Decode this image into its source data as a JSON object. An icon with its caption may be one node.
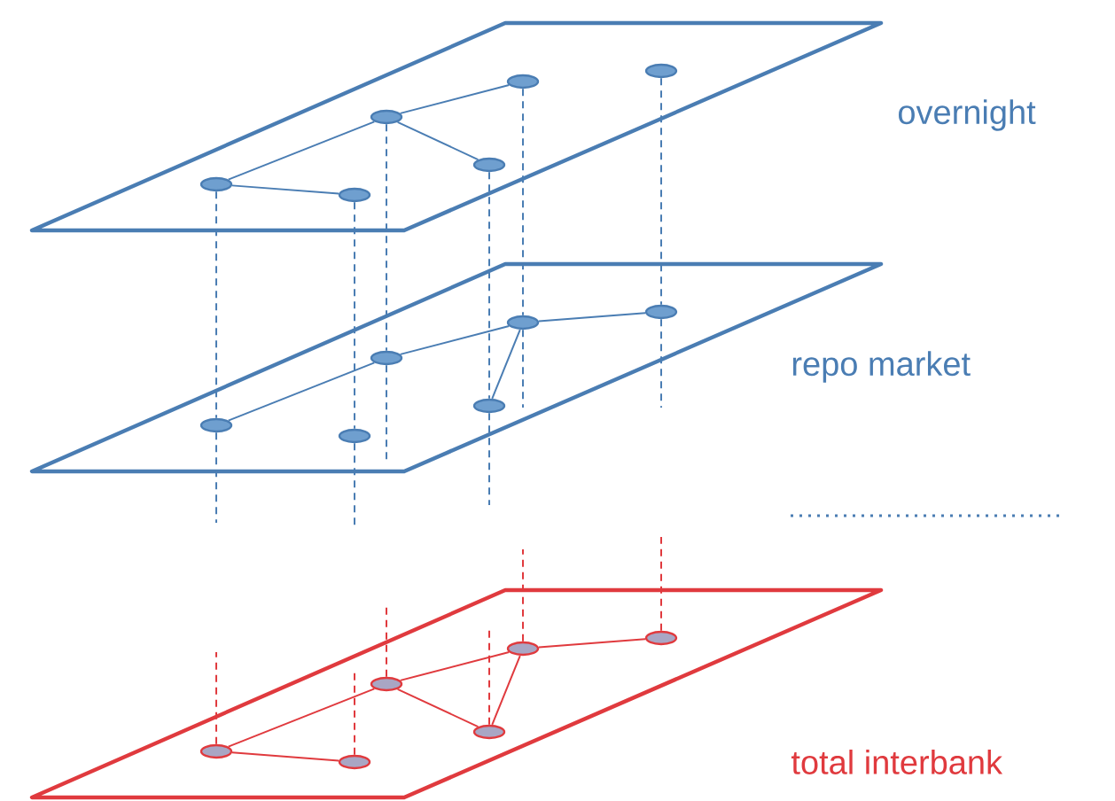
{
  "diagram": {
    "nodes": [
      {
        "text": [
          "overnight"
        ]
      },
      {
        "text": [],
        "shape": "ellipse",
        "in": 0
      },
      {
        "text": [],
        "shape": "ellipse",
        "in": 0
      },
      {
        "text": [],
        "shape": "ellipse",
        "in": 0
      },
      {
        "text": [],
        "shape": "ellipse",
        "in": 0
      },
      {
        "text": [],
        "shape": "ellipse",
        "in": 0
      },
      {
        "text": [],
        "shape": "ellipse",
        "in": 0
      },
      {
        "text": [
          "repo market"
        ]
      },
      {
        "text": [],
        "shape": "ellipse",
        "in": 7
      },
      {
        "text": [],
        "shape": "ellipse",
        "in": 7
      },
      {
        "text": [],
        "shape": "ellipse",
        "in": 7
      },
      {
        "text": [],
        "shape": "ellipse",
        "in": 7
      },
      {
        "text": [],
        "shape": "ellipse",
        "in": 7
      },
      {
        "text": [],
        "shape": "ellipse",
        "in": 7
      },
      {
        "text": [
          "total interbank"
        ]
      },
      {
        "text": [],
        "shape": "ellipse",
        "in": 14
      },
      {
        "text": [],
        "shape": "ellipse",
        "in": 14
      },
      {
        "text": [],
        "shape": "ellipse",
        "in": 14
      },
      {
        "text": [],
        "shape": "ellipse",
        "in": 14
      },
      {
        "text": [],
        "shape": "ellipse",
        "in": 14
      },
      {
        "text": [],
        "shape": "ellipse",
        "in": 14
      }
    ],
    "edges": [
      {
        "from": 1,
        "to": 3,
        "arrow": "none"
      },
      {
        "from": 1,
        "to": 2,
        "arrow": "none"
      },
      {
        "from": 3,
        "to": 4,
        "arrow": "none"
      },
      {
        "from": 3,
        "to": 5,
        "arrow": "none"
      },
      {
        "from": 8,
        "to": 10,
        "arrow": "none"
      },
      {
        "from": 10,
        "to": 11,
        "arrow": "none"
      },
      {
        "from": 11,
        "to": 13,
        "arrow": "none"
      },
      {
        "from": 11,
        "to": 12,
        "arrow": "none"
      },
      {
        "from": 15,
        "to": 17,
        "arrow": "none",
        "color": "#e03a3e"
      },
      {
        "from": 15,
        "to": 16,
        "arrow": "none",
        "color": "#e03a3e"
      },
      {
        "from": 17,
        "to": 18,
        "arrow": "none",
        "color": "#e03a3e"
      },
      {
        "from": 17,
        "to": 19,
        "arrow": "none",
        "color": "#e03a3e"
      },
      {
        "from": 18,
        "to": 20,
        "arrow": "none",
        "color": "#e03a3e"
      },
      {
        "from": 18,
        "to": 19,
        "arrow": "none",
        "color": "#e03a3e"
      },
      {
        "from": 1,
        "to": 8,
        "arrow": "none",
        "style": "dashed"
      },
      {
        "from": 2,
        "to": 9,
        "arrow": "none",
        "style": "dashed"
      },
      {
        "from": 3,
        "to": 10,
        "arrow": "none",
        "style": "dashed"
      },
      {
        "from": 4,
        "to": 11,
        "arrow": "none",
        "style": "dashed"
      },
      {
        "from": 5,
        "to": 12,
        "arrow": "none",
        "style": "dashed"
      },
      {
        "from": 6,
        "to": 13,
        "arrow": "none",
        "style": "dashed"
      },
      {
        "from": 8,
        "to": null,
        "arrow": "none",
        "style": "dashed"
      },
      {
        "from": 9,
        "to": null,
        "arrow": "none",
        "style": "dashed"
      },
      {
        "from": 10,
        "to": null,
        "arrow": "none",
        "style": "dashed"
      },
      {
        "from": 12,
        "to": null,
        "arrow": "none",
        "style": "dashed"
      },
      {
        "from": 11,
        "to": null,
        "arrow": "none",
        "style": "dashed"
      },
      {
        "from": 13,
        "to": null,
        "arrow": "none",
        "style": "dashed"
      },
      {
        "from": 15,
        "to": null,
        "arrow": "none",
        "style": "dashed",
        "color": "#e03a3e"
      },
      {
        "from": 16,
        "to": null,
        "arrow": "none",
        "style": "dashed",
        "color": "#e03a3e"
      },
      {
        "from": 17,
        "to": null,
        "arrow": "none",
        "style": "dashed",
        "color": "#e03a3e"
      },
      {
        "from": 19,
        "to": null,
        "arrow": "none",
        "style": "dashed",
        "color": "#e03a3e"
      },
      {
        "from": 18,
        "to": null,
        "arrow": "none",
        "style": "dashed",
        "color": "#e03a3e"
      },
      {
        "from": 20,
        "to": null,
        "arrow": "none",
        "style": "dashed",
        "color": "#e03a3e"
      }
    ]
  }
}
